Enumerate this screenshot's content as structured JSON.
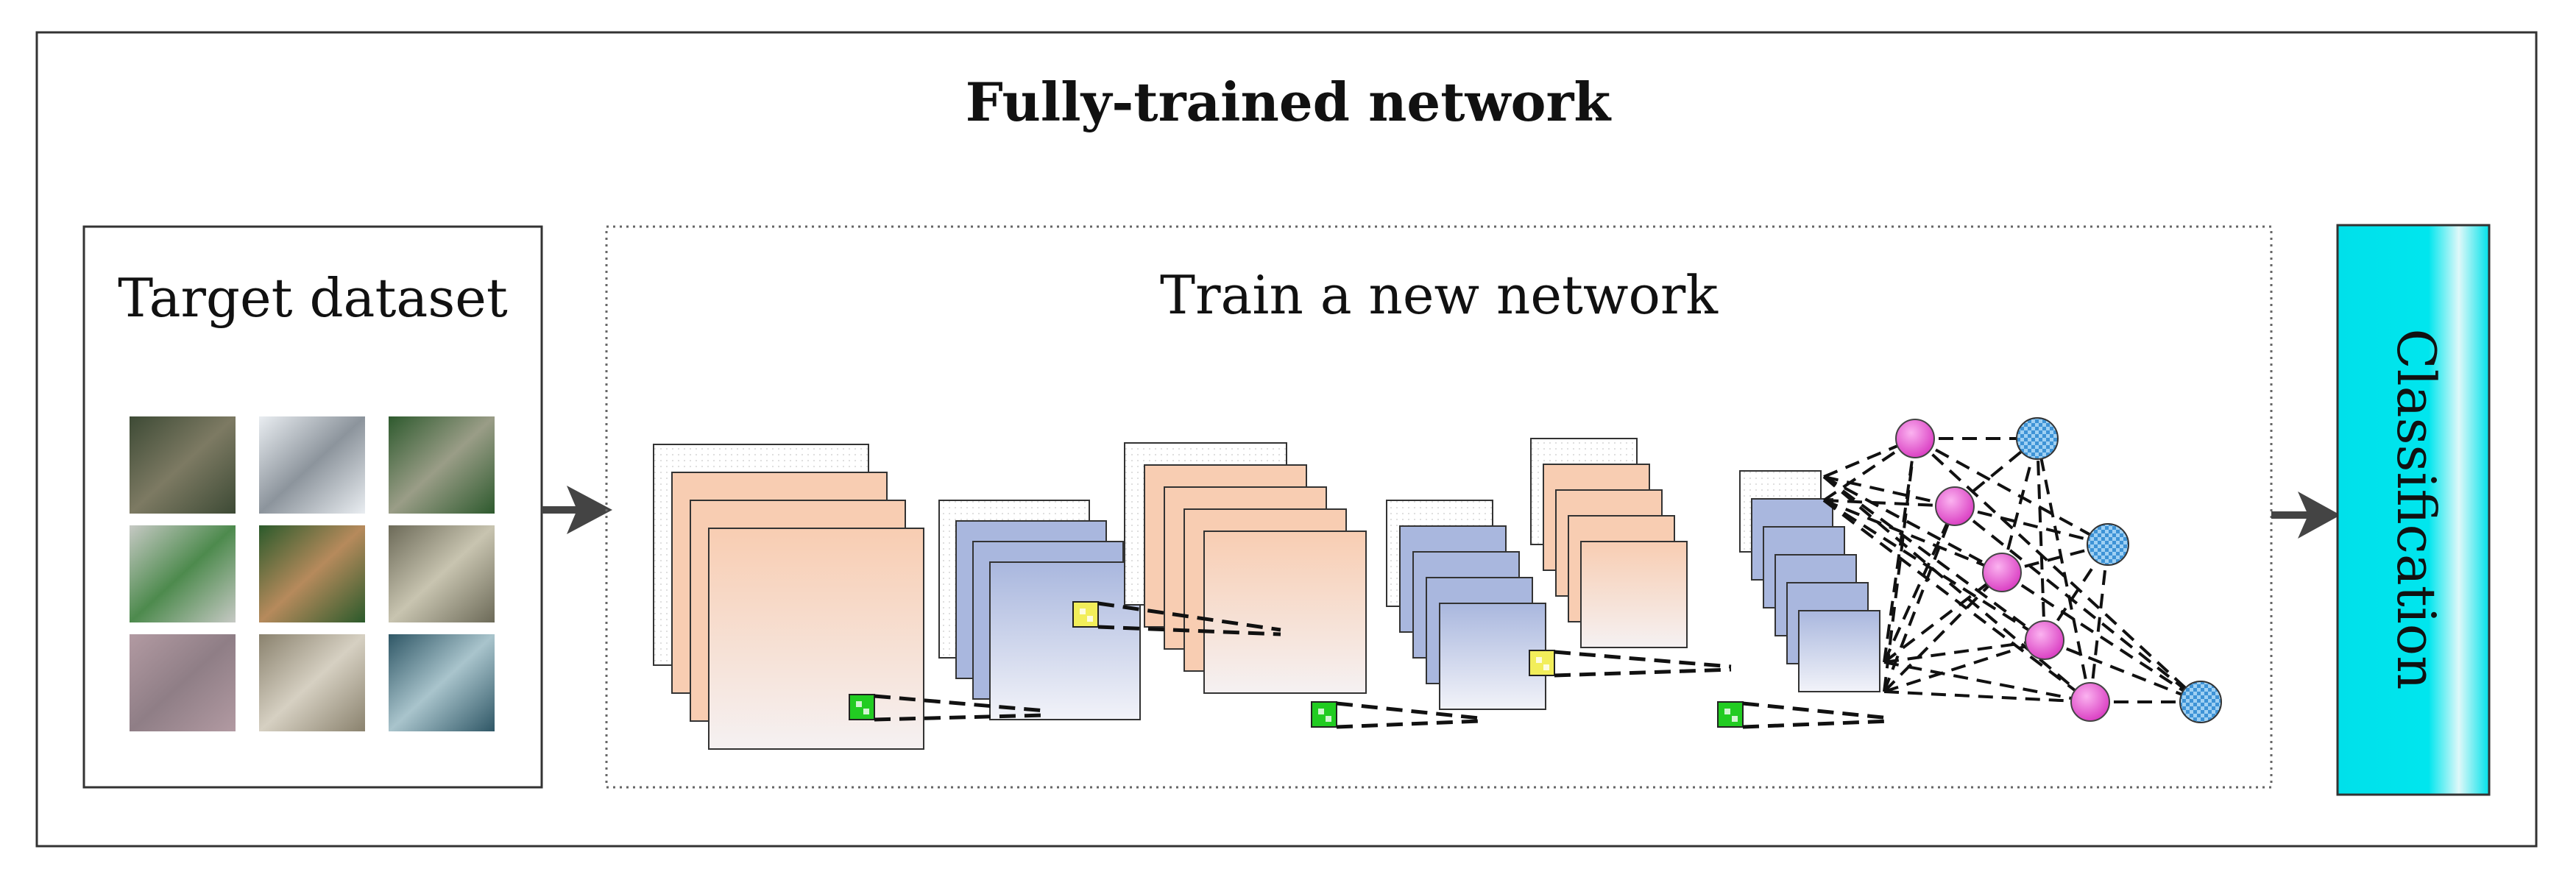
{
  "diagram": {
    "title": "Fully-trained network",
    "dataset_label": "Target dataset",
    "train_label": "Train a new network",
    "output_label": "Classification"
  },
  "colors": {
    "border": "#333333",
    "classification_fill": "#00e6ee",
    "feature_peach": "#f8cdb2",
    "feature_blue": "#a9b7de",
    "neuron_pink": "#e84fd2",
    "neuron_blue": "#3e93d6",
    "kernel_green": "#22cc22",
    "kernel_yellow": "#f2ee5a",
    "arrow": "#444444"
  },
  "thumbnails": [
    {
      "name": "parking-lot-image",
      "c1": "#3d4a35",
      "c2": "#7d7a63"
    },
    {
      "name": "snow-mountain-image",
      "c1": "#e9edf1",
      "c2": "#8c949c"
    },
    {
      "name": "sparse-residential-image",
      "c1": "#2e5a2e",
      "c2": "#9a9d87"
    },
    {
      "name": "airplane-image",
      "c1": "#c6c9c4",
      "c2": "#4d8a4d"
    },
    {
      "name": "baseball-diamond-image",
      "c1": "#2b5a2b",
      "c2": "#b68a5c"
    },
    {
      "name": "freeway-image",
      "c1": "#6c6a58",
      "c2": "#c8c4b0"
    },
    {
      "name": "orchard-image",
      "c1": "#b29aa2",
      "c2": "#8f7e86"
    },
    {
      "name": "dense-residential-image",
      "c1": "#8a826e",
      "c2": "#d6d0c2"
    },
    {
      "name": "water-image",
      "c1": "#2f5766",
      "c2": "#a9c4cc"
    }
  ]
}
